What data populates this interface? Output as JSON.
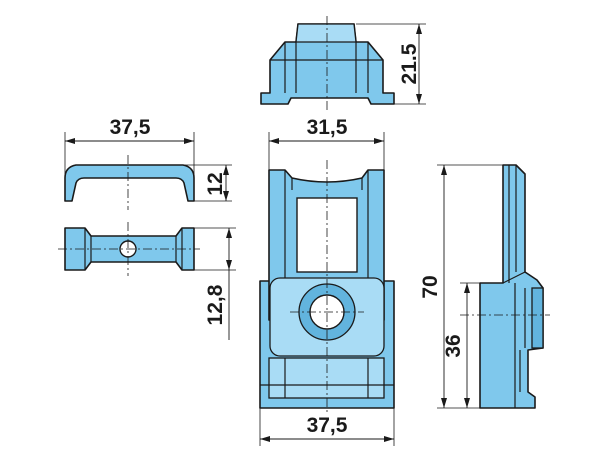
{
  "dimensions": {
    "cap_width": "37,5",
    "cap_height": "12",
    "clamp_thickness": "12,8",
    "top_width": "31,5",
    "top_height": "21.5",
    "base_width": "37,5",
    "total_height": "70",
    "lower_height": "36"
  },
  "colors": {
    "part_fill": "#7fc8ec",
    "line": "#1a1a1a",
    "background": "#ffffff"
  }
}
